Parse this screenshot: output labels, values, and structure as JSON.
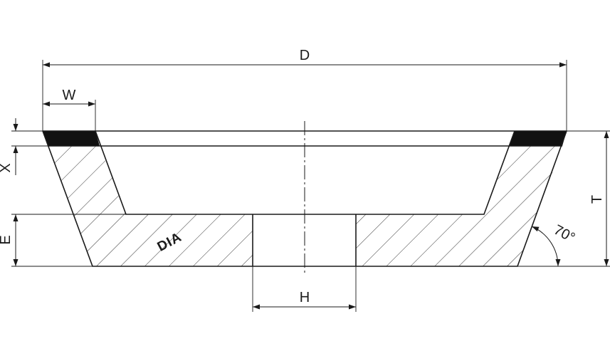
{
  "diagram": {
    "dimensions": {
      "outer_diameter": "D",
      "rim_width": "W",
      "abrasive_depth": "X",
      "total_height": "T",
      "base_thickness": "E",
      "bore": "H"
    },
    "angle_label": "70°",
    "material_label": "DIA",
    "colors": {
      "line": "#1a1a1a",
      "abrasive": "#111111",
      "background": "#ffffff"
    }
  }
}
